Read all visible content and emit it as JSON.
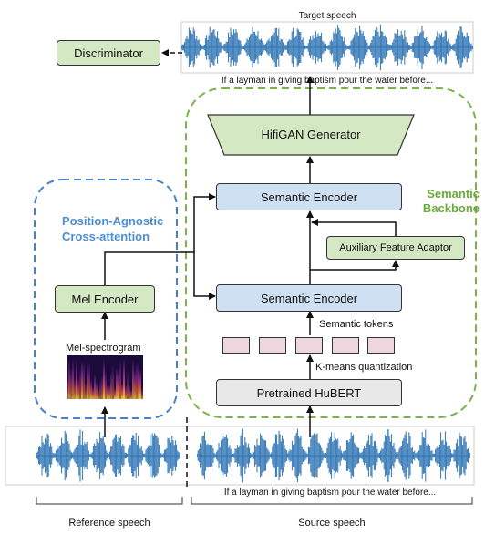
{
  "labels": {
    "discriminator": "Discriminator",
    "target_speech": "Target speech",
    "target_transcript": "If a layman in giving baptism pour the water before...",
    "hifigan": "HifiGAN Generator",
    "semantic_encoder_top": "Semantic Encoder",
    "semantic_encoder_bottom": "Semantic Encoder",
    "aux_adaptor": "Auxiliary Feature Adaptor",
    "semantic_backbone": "Semantic Backbone",
    "position_agnostic": "Position-Agnostic Cross-attention",
    "mel_encoder": "Mel Encoder",
    "mel_spectrogram": "Mel-spectrogram",
    "semantic_tokens": "Semantic tokens",
    "kmeans": "K-means quantization",
    "hubert": "Pretrained HuBERT",
    "source_transcript": "If a layman in giving baptism pour the water before...",
    "reference_speech": "Reference speech",
    "source_speech": "Source speech"
  },
  "colors": {
    "green_box": "#d5e8c4",
    "blue_box": "#cfe0f2",
    "gray_box": "#e8e8e8",
    "token": "#eed6de",
    "wave": "#2f74b5",
    "green_dash": "#7db24a",
    "blue_dash": "#4a7fc4"
  }
}
